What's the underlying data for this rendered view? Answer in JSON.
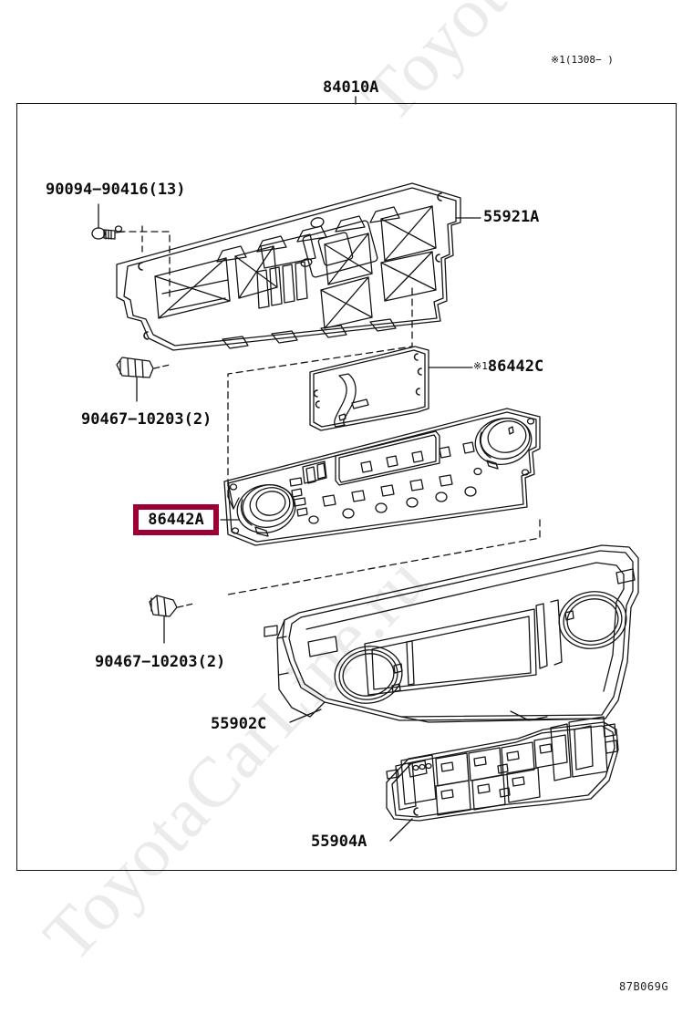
{
  "document": {
    "figure_code": "87B069G",
    "top_note": "※1(1308−    )",
    "group_number": "84010A"
  },
  "watermark": {
    "line1": "ToyotaCarLine.ru",
    "line2": "ToyotaCarLine.ru"
  },
  "parts": [
    {
      "id": "screw",
      "number": "90094−90416(13)",
      "note": "",
      "highlighted": false,
      "description": "screw"
    },
    {
      "id": "rear-housing",
      "number": "55921A",
      "note": "",
      "highlighted": false,
      "description": "rear panel housing with rib bracing"
    },
    {
      "id": "clip-upper",
      "number": "90467−10203(2)",
      "note": "",
      "highlighted": false,
      "description": "ribbed clip"
    },
    {
      "id": "control-sub-plate",
      "number": "86442C",
      "note": "※1",
      "highlighted": false,
      "description": "control sub plate bracket"
    },
    {
      "id": "control-assembly",
      "number": "86442A",
      "note": "",
      "highlighted": true,
      "description": "audio / heater control assembly with two rotary knobs"
    },
    {
      "id": "clip-lower",
      "number": "90467−10203(2)",
      "note": "",
      "highlighted": false,
      "description": "ribbed clip"
    },
    {
      "id": "front-bezel",
      "number": "55902C",
      "note": "",
      "highlighted": false,
      "description": "instrument cluster finish panel / front bezel"
    },
    {
      "id": "switch-bank",
      "number": "55904A",
      "note": "",
      "highlighted": false,
      "description": "switch button bank"
    }
  ],
  "colors": {
    "highlight_border": "#9c0033",
    "line": "#141414",
    "watermark": "#ebebeb"
  }
}
